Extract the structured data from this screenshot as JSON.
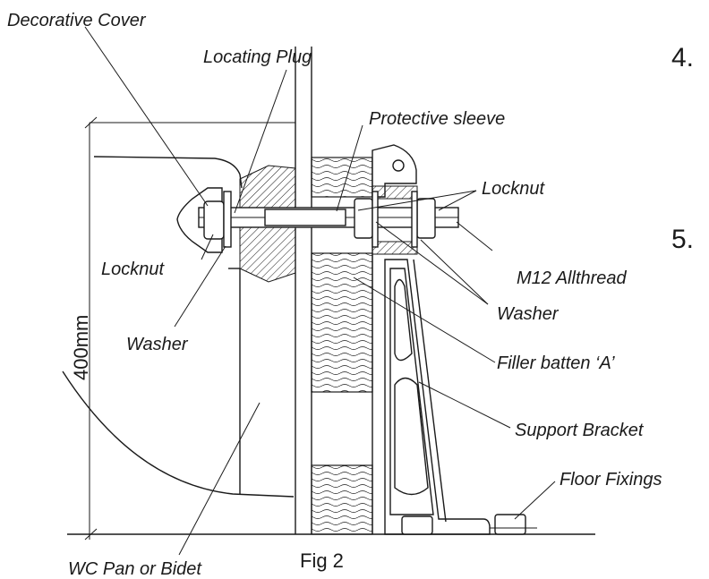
{
  "figure": {
    "caption": "Fig 2",
    "step_numbers": [
      "4.",
      "5."
    ],
    "dimension": "400mm",
    "labels": {
      "decorative_cover": "Decorative Cover",
      "locating_plug": "Locating Plug",
      "protective_sleeve": "Protective sleeve",
      "locknut_right": "Locknut",
      "locknut_left": "Locknut",
      "m12_allthread": "M12 Allthread",
      "washer_right": "Washer",
      "washer_left": "Washer",
      "filler_batten": "Filler batten ‘A’",
      "support_bracket": "Support Bracket",
      "floor_fixings": "Floor Fixings",
      "wc_pan": "WC Pan or Bidet"
    }
  }
}
